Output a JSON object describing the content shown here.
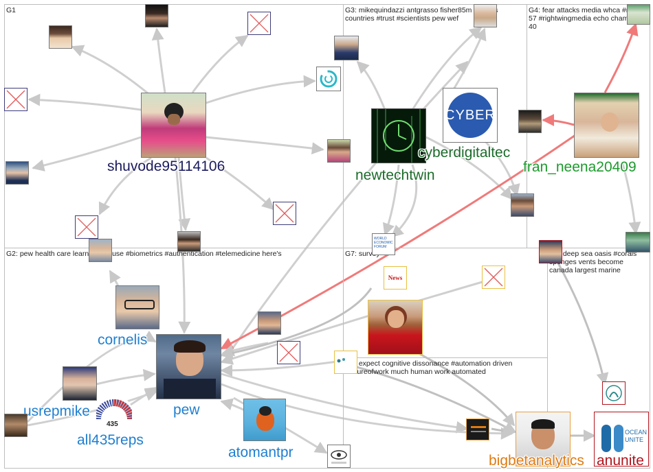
{
  "groups": [
    {
      "id": "G1",
      "label": "G1"
    },
    {
      "id": "G2",
      "label": "G2: pew health care learn global use #biometrics #authentication #telemedicine here's"
    },
    {
      "id": "G3",
      "label": "G3: mikequindazzi antgrasso fisher85m citizens countries #trust #scientists pew wef"
    },
    {
      "id": "G4",
      "label": "G4: fear attacks media whca #msm 57 #rightwingmedia echo chamber 40"
    },
    {
      "id": "G5",
      "label": "G5: deep sea oasis #corals sponges vents become canada largest marine"
    },
    {
      "id": "G6",
      "label": "G6: expect cognitive dissonance #automation driven #futureofwork much human work automated"
    },
    {
      "id": "G7",
      "label": "G7: survey"
    }
  ],
  "nodes": {
    "shuvode": {
      "label": "shuvode95114106",
      "color": "#1a1a5e"
    },
    "newtechtwin": {
      "label": "newtechtwin",
      "color": "#1b6b2a"
    },
    "cyberdigitaltec": {
      "label": "cyberdigitaltec",
      "color": "#1b6b2a",
      "logo": "CYBER"
    },
    "fran": {
      "label": "fran_neena20409",
      "color": "#1c9b2c"
    },
    "cornelis": {
      "label": "cornelis",
      "color": "#1e7fd0"
    },
    "pew": {
      "label": "pew",
      "color": "#1e7fd0"
    },
    "usrepmike": {
      "label": "usrepmike",
      "color": "#1e7fd0"
    },
    "all435reps": {
      "label": "all435reps",
      "color": "#1e7fd0",
      "badge": "435"
    },
    "atomantpr": {
      "label": "atomantpr",
      "color": "#1e7fd0"
    },
    "bigbetanalytics": {
      "label": "bigbetanalytics",
      "color": "#e07a10"
    },
    "anunite": {
      "label": "anunite",
      "color": "#b0141c",
      "logo": "OCEAN UNITE"
    },
    "news": {
      "logo": "News"
    },
    "wef": {
      "logo": "WORLD ECONOMIC FORUM"
    }
  }
}
